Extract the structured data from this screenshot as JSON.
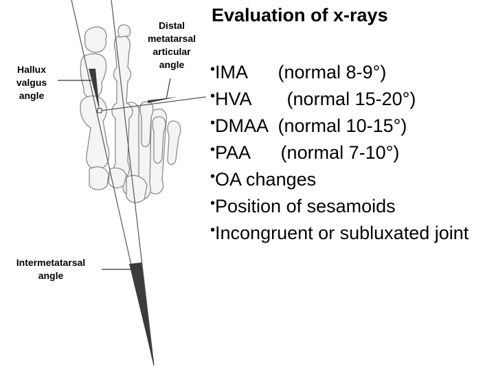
{
  "diagram": {
    "labels": {
      "hallux_valgus": "Hallux\nvalgus\nangle",
      "distal_metatarsal": "Distal\nmetatarsal\narticular\nangle",
      "intermetatarsal": "Intermetatarsal\nangle"
    }
  },
  "slide": {
    "title": "Evaluation of x-rays",
    "bullet_char": "•",
    "bullets": [
      "IMA      (normal 8-9°)",
      "HVA       (normal 15-20°)",
      "DMAA  (normal 10-15°)",
      "PAA      (normal 7-10°)",
      "OA changes",
      "Position of sesamoids",
      "Incongruent or subluxated joint"
    ]
  },
  "colors": {
    "bone_fill": "#f4f4f4",
    "bone_stroke": "#8a8a8a",
    "angle_fill": "#3c3c3c",
    "line": "#555555"
  }
}
